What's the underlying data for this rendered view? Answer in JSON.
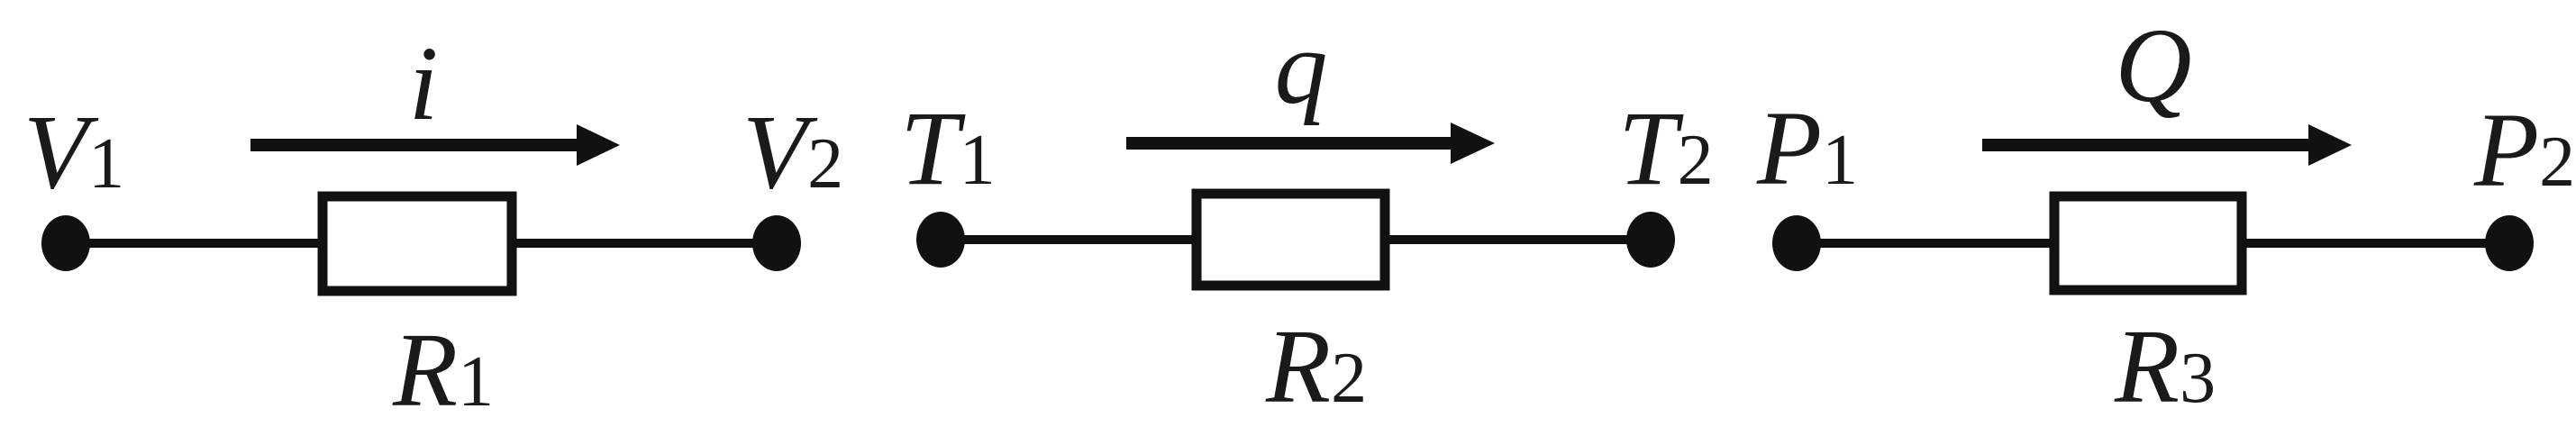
{
  "circuits": [
    {
      "flow": "i",
      "left_node": {
        "base": "V",
        "sub": "1"
      },
      "right_node": {
        "base": "V",
        "sub": "2"
      },
      "resistor": {
        "base": "R",
        "sub": "1"
      }
    },
    {
      "flow": "q",
      "left_node": {
        "base": "T",
        "sub": "1"
      },
      "right_node": {
        "base": "T",
        "sub": "2"
      },
      "resistor": {
        "base": "R",
        "sub": "2"
      }
    },
    {
      "flow": "Q",
      "left_node": {
        "base": "P",
        "sub": "1"
      },
      "right_node": {
        "base": "P",
        "sub": "2"
      },
      "resistor": {
        "base": "R",
        "sub": "3"
      }
    }
  ]
}
